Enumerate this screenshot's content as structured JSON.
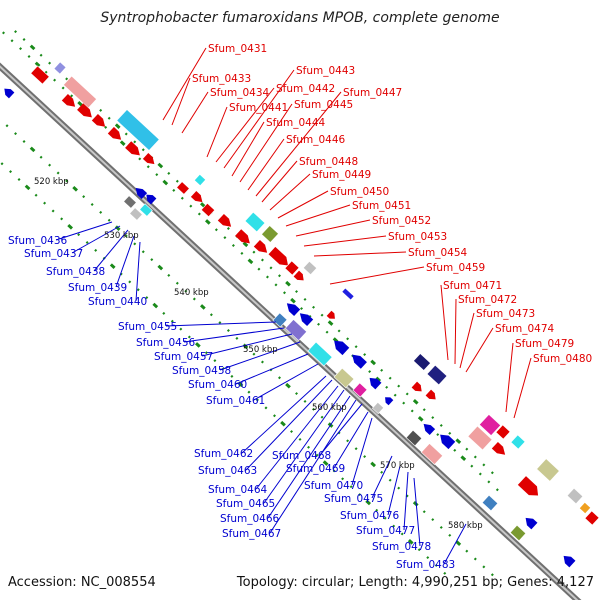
{
  "title": "Syntrophobacter fumaroxidans MPOB, complete genome",
  "footer": {
    "accession": "Accession: NC_008554",
    "topology": "Topology: circular; Length: 4,990,251 bp; Genes: 4,127"
  },
  "colors": {
    "forward": "#e00000",
    "reverse": "#0000d0",
    "backbone": "#8a8a8a",
    "ticks": "#1a8a1a"
  },
  "scale_labels": [
    "520 kbp",
    "530 kbp",
    "540 kbp",
    "550 kbp",
    "560 kbp",
    "570 kbp",
    "580 kbp"
  ],
  "forward_genes": [
    "Sfum_0431",
    "Sfum_0433",
    "Sfum_0434",
    "Sfum_0441",
    "Sfum_0442",
    "Sfum_0443",
    "Sfum_0444",
    "Sfum_0445",
    "Sfum_0446",
    "Sfum_0447",
    "Sfum_0448",
    "Sfum_0449",
    "Sfum_0450",
    "Sfum_0451",
    "Sfum_0452",
    "Sfum_0453",
    "Sfum_0454",
    "Sfum_0459",
    "Sfum_0471",
    "Sfum_0472",
    "Sfum_0473",
    "Sfum_0474",
    "Sfum_0479",
    "Sfum_0480"
  ],
  "reverse_genes": [
    "Sfum_0436",
    "Sfum_0437",
    "Sfum_0438",
    "Sfum_0439",
    "Sfum_0440",
    "Sfum_0455",
    "Sfum_0456",
    "Sfum_0457",
    "Sfum_0458",
    "Sfum_0460",
    "Sfum_0461",
    "Sfum_0462",
    "Sfum_0463",
    "Sfum_0464",
    "Sfum_0465",
    "Sfum_0466",
    "Sfum_0467",
    "Sfum_0468",
    "Sfum_0469",
    "Sfum_0470",
    "Sfum_0475",
    "Sfum_0476",
    "Sfum_0477",
    "Sfum_0478",
    "Sfum_0483"
  ]
}
